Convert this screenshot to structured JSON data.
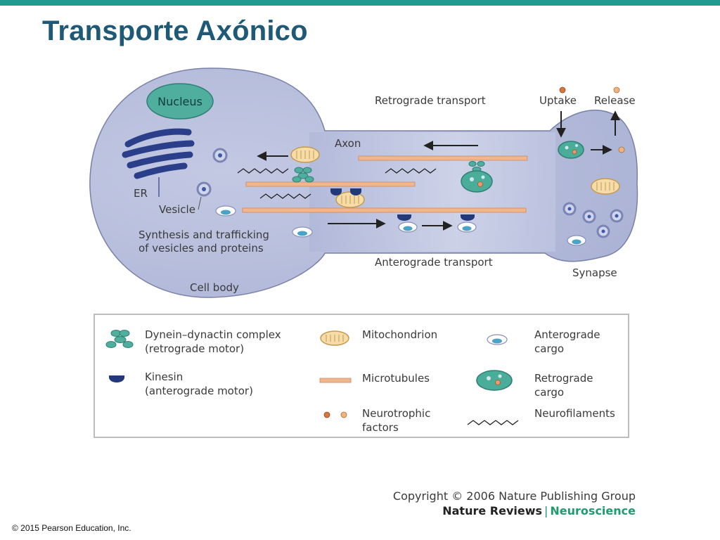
{
  "slide": {
    "title": "Transporte Axónico",
    "footer_copyright": "© 2015 Pearson Education, Inc."
  },
  "colors": {
    "topbar": "#1f9b8f",
    "title": "#1e5a78",
    "cell_fill": "#b6bddb",
    "microtubule": "#f2b58c",
    "mitochondrion": "#f6dca9",
    "kinesin": "#233a7a",
    "dynein": "#4fae9e",
    "retrograde_cargo": "#49ad9a",
    "er": "#2b3e8a",
    "nucleus": "#4fae9e"
  },
  "diagram": {
    "labels": {
      "nucleus": "Nucleus",
      "er": "ER",
      "vesicle": "Vesicle",
      "synthesis_line1": "Synthesis and trafficking",
      "synthesis_line2": "of vesicles and proteins",
      "cell_body": "Cell body",
      "axon": "Axon",
      "retrograde_transport": "Retrograde transport",
      "anterograde_transport": "Anterograde transport",
      "uptake": "Uptake",
      "release": "Release",
      "synapse": "Synapse"
    }
  },
  "legend": {
    "dynein_line1": "Dynein–dynactin complex",
    "dynein_line2": "(retrograde motor)",
    "kinesin_line1": "Kinesin",
    "kinesin_line2": "(anterograde motor)",
    "mitochondrion": "Mitochondrion",
    "microtubules": "Microtubules",
    "neurotrophic_line1": "Neurotrophic",
    "neurotrophic_line2": "factors",
    "anterograde_line1": "Anterograde",
    "anterograde_line2": "cargo",
    "retrograde_line1": "Retrograde",
    "retrograde_line2": "cargo",
    "neurofilaments": "Neurofilaments"
  },
  "credits": {
    "copyright": "Copyright © 2006 Nature Publishing Group",
    "journal": "Nature Reviews",
    "separator": "|",
    "section": "Neuroscience"
  }
}
